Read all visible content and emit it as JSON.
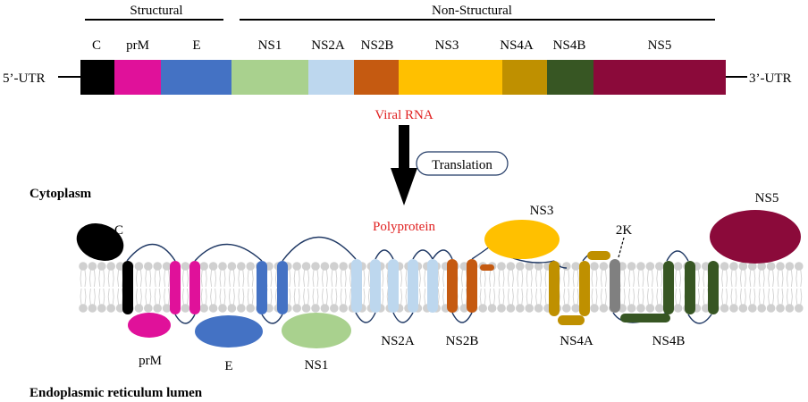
{
  "genome": {
    "utr5": "5’-UTR",
    "utr3": "3’-UTR",
    "regions": {
      "structural": "Structural",
      "non_structural": "Non-Structural"
    },
    "segments": [
      {
        "label": "C",
        "color": "#000000"
      },
      {
        "label": "prM",
        "color": "#e0119a"
      },
      {
        "label": "E",
        "color": "#4472c4"
      },
      {
        "label": "NS1",
        "color": "#a9d18e"
      },
      {
        "label": "NS2A",
        "color": "#bdd7ee"
      },
      {
        "label": "NS2B",
        "color": "#c55a11"
      },
      {
        "label": "NS3",
        "color": "#ffc000"
      },
      {
        "label": "NS4A",
        "color": "#bf9000"
      },
      {
        "label": "NS4B",
        "color": "#375623"
      },
      {
        "label": "NS5",
        "color": "#8b0a3a"
      }
    ]
  },
  "flow": {
    "viral_rna": "Viral RNA",
    "translation": "Translation",
    "polyprotein": "Polyprotein",
    "highlight_color": "#e02020"
  },
  "compartments": {
    "cytoplasm": "Cytoplasm",
    "er_lumen": "Endoplasmic reticulum lumen"
  },
  "membrane_labels": {
    "c": "C",
    "prm": "prM",
    "e": "E",
    "ns1": "NS1",
    "ns2a": "NS2A",
    "ns2b": "NS2B",
    "ns3": "NS3",
    "ns4a": "NS4A",
    "k2": "2K",
    "ns4b": "NS4B",
    "ns5": "NS5"
  },
  "colors": {
    "c": "#000000",
    "prm": "#e0119a",
    "e": "#4472c4",
    "ns1": "#a9d18e",
    "ns2a": "#bdd7ee",
    "ns2b": "#c55a11",
    "ns3": "#ffc000",
    "ns4a": "#bf9000",
    "k2": "#808080",
    "ns4b": "#375623",
    "ns5": "#8b0a3a",
    "lipid": "#d0d0d0",
    "loop": "#1f3864"
  }
}
